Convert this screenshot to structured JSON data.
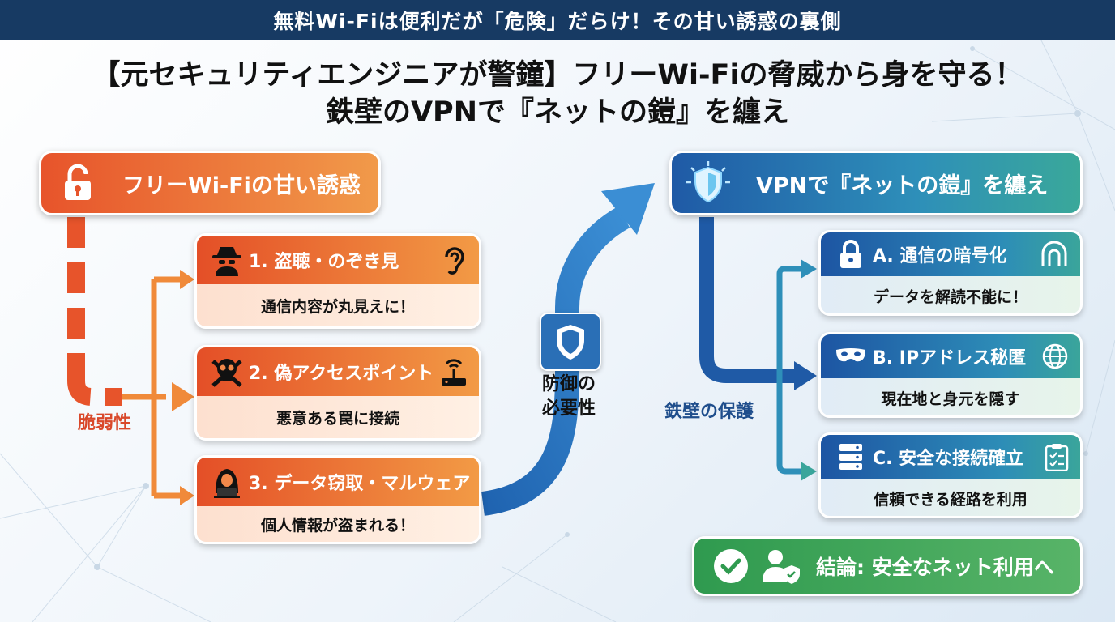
{
  "top_banner": "無料Wi-Fiは便利だが「危険」だらけ！その甘い誘惑の裏側",
  "headline": {
    "line1": "【元セキュリティエンジニアが警鐘】フリーWi-Fiの脅威から身を守る！",
    "line2": "鉄壁のVPNで『ネットの鎧』を纏え"
  },
  "left_panel": {
    "title": "フリーWi-Fiの甘い誘惑",
    "title_icon": "unlock-icon",
    "side_label": "脆弱性",
    "threats": [
      {
        "title": "1. 盗聴・のぞき見",
        "desc": "通信内容が丸見えに！",
        "icon": "spy-icon",
        "right_icon": "ear-icon"
      },
      {
        "title": "2. 偽アクセスポイント",
        "desc": "悪意ある罠に接続",
        "icon": "skull-icon",
        "right_icon": "router-icon"
      },
      {
        "title": "3. データ窃取・マルウェア",
        "desc": "個人情報が盗まれる！",
        "icon": "hacker-icon",
        "right_icon": ""
      }
    ]
  },
  "middle": {
    "label_line1": "防御の",
    "label_line2": "必要性",
    "icon": "shield-icon"
  },
  "right_panel": {
    "title": "VPNで『ネットの鎧』を纏え",
    "title_icon": "glowing-shield-icon",
    "side_label": "鉄壁の保護",
    "protections": [
      {
        "title": "A. 通信の暗号化",
        "desc": "データを解読不能に！",
        "icon": "lock-icon",
        "right_icon": "tunnel-icon"
      },
      {
        "title": "B. IPアドレス秘匿",
        "desc": "現在地と身元を隠す",
        "icon": "mask-icon",
        "right_icon": "globe-icon"
      },
      {
        "title": "C. 安全な接続確立",
        "desc": "信頼できる経路を利用",
        "icon": "server-icon",
        "right_icon": "clipboard-check-icon"
      }
    ]
  },
  "conclusion": {
    "text": "結論: 安全なネット利用へ",
    "icons": [
      "check-circle-icon",
      "user-shield-icon"
    ]
  },
  "colors": {
    "banner": "#173a63",
    "threat_orange": "#e7542b",
    "protect_blue": "#1f5aa6",
    "conclusion_green": "#2f9a4f"
  }
}
